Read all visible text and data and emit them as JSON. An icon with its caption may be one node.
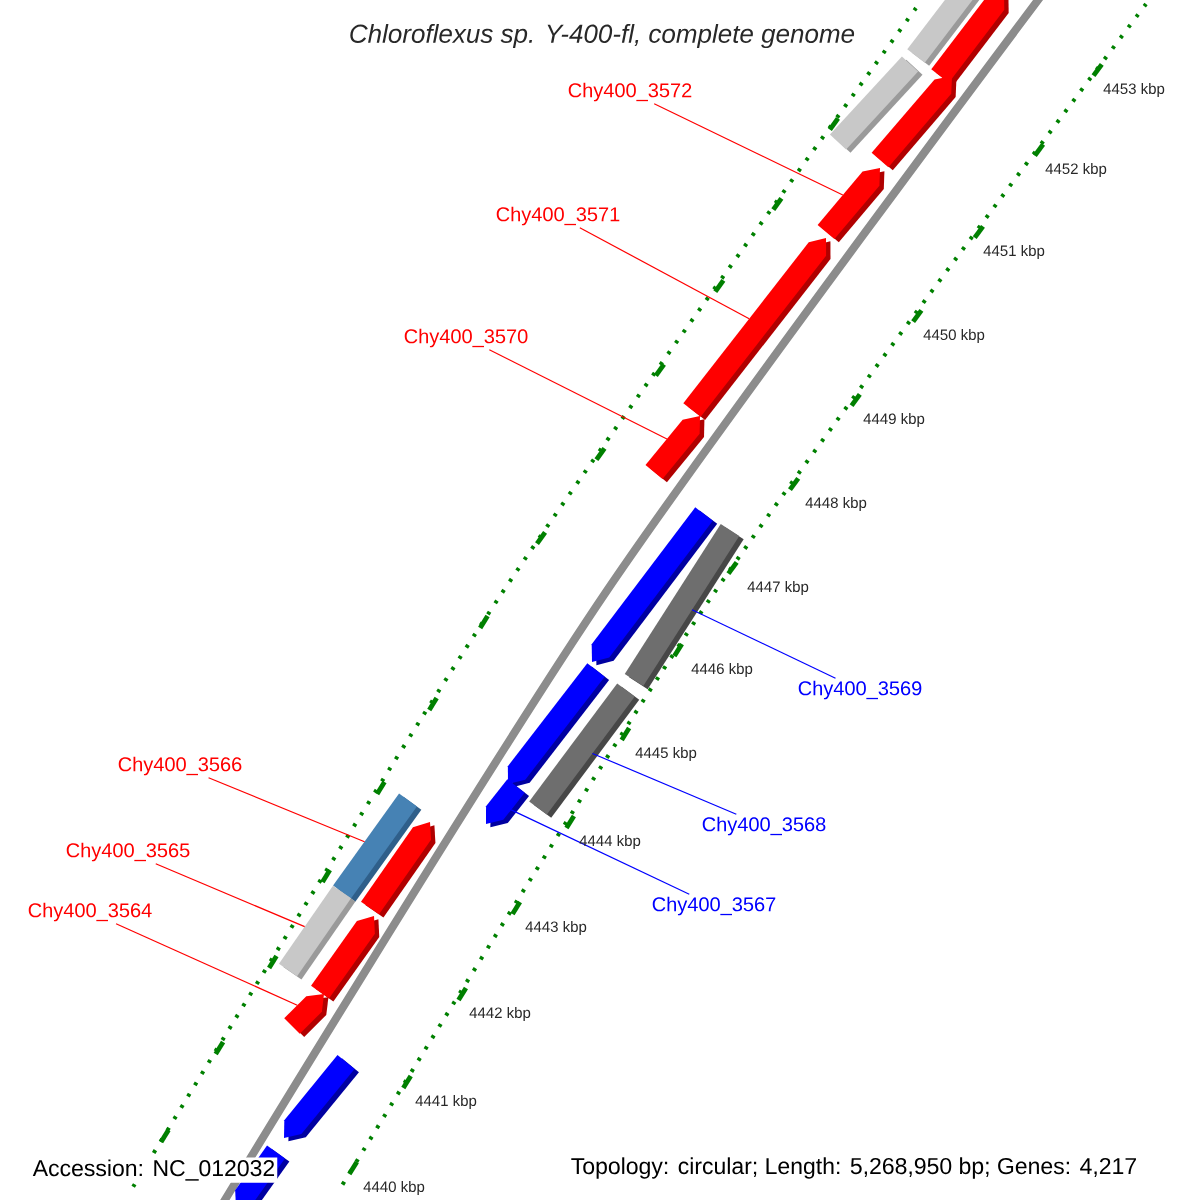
{
  "diagram": {
    "title": "Chloroflexus sp. Y-400-fl, complete genome",
    "nodes": [
      {
        "text": [
          "Chy400_3572"
        ]
      },
      {
        "text": [
          "Chy400_3571"
        ]
      },
      {
        "text": [
          "Chy400_3570"
        ]
      },
      {
        "text": [
          "Chy400_3569"
        ]
      },
      {
        "text": [
          "Chy400_3566"
        ]
      },
      {
        "text": [
          "Chy400_3568"
        ]
      },
      {
        "text": [
          "Chy400_3565"
        ]
      },
      {
        "text": [
          "Chy400_3567"
        ]
      },
      {
        "text": [
          "Chy400_3564"
        ]
      },
      {
        "text": [],
        "shape": "pentagon"
      },
      {
        "text": [],
        "shape": "bar"
      },
      {
        "text": [],
        "shape": "bar"
      },
      {
        "text": [],
        "shape": "pentagon"
      },
      {
        "text": [],
        "shape": "pentagon"
      },
      {
        "text": [],
        "shape": "pentagon"
      },
      {
        "text": [],
        "shape": "pentagon"
      },
      {
        "text": [],
        "shape": "pentagon"
      },
      {
        "text": [],
        "shape": "bar"
      },
      {
        "text": [],
        "shape": "pentagon"
      },
      {
        "text": [],
        "shape": "bar"
      },
      {
        "text": [],
        "shape": "pentagon"
      },
      {
        "text": [],
        "shape": "bar"
      },
      {
        "text": [],
        "shape": "pentagon"
      },
      {
        "text": [],
        "shape": "bar"
      },
      {
        "text": [],
        "shape": "pentagon"
      },
      {
        "text": [],
        "shape": "pentagon"
      },
      {
        "text": [],
        "shape": "pentagon"
      },
      {
        "text": [],
        "shape": "pentagon"
      }
    ],
    "edges": [
      {
        "from": 0,
        "to": 13,
        "arrow": "none"
      },
      {
        "from": 1,
        "to": 14,
        "arrow": "none"
      },
      {
        "from": 2,
        "to": 15,
        "arrow": "none"
      },
      {
        "from": 3,
        "to": 17,
        "arrow": "none",
        "color": "#0000ff"
      },
      {
        "from": 4,
        "to": 21,
        "arrow": "none"
      },
      {
        "from": 5,
        "to": 19,
        "arrow": "none",
        "color": "#0000ff"
      },
      {
        "from": 6,
        "to": 23,
        "arrow": "none"
      },
      {
        "from": 7,
        "to": 20,
        "arrow": "none",
        "color": "#0000ff"
      },
      {
        "from": 8,
        "to": 25,
        "arrow": "none"
      }
    ],
    "labels": [
      "4453 kbp",
      "4452 kbp",
      "4451 kbp",
      "4450 kbp",
      "4449 kbp",
      "4448 kbp",
      "4447 kbp",
      "4446 kbp",
      "4445 kbp",
      "4444 kbp",
      "4443 kbp",
      "4442 kbp",
      "4441 kbp",
      "4440 kbp",
      "Accession: NC_012032",
      "Topology: circular; Length: 5,268,950 bp; Genes: 4,217"
    ]
  }
}
